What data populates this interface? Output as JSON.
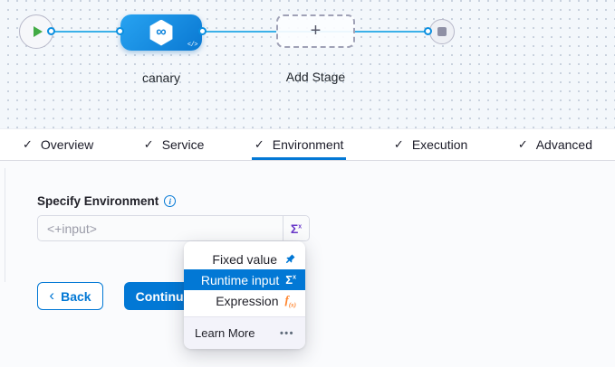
{
  "canvas": {
    "stage_name": "canary",
    "add_stage_label": "Add Stage",
    "plus": "+",
    "infinity_icon": "∞",
    "code_icon": "</>"
  },
  "tabs": [
    {
      "label": "Overview",
      "active": false
    },
    {
      "label": "Service",
      "active": false
    },
    {
      "label": "Environment",
      "active": true
    },
    {
      "label": "Execution",
      "active": false
    },
    {
      "label": "Advanced",
      "active": false
    }
  ],
  "icons": {
    "check": "✓",
    "info": "i",
    "sigma": "Σ",
    "sigma_sup": "x",
    "fx": "f",
    "fx_sub": "(x)",
    "chevron_left": "‹",
    "dots": "•••"
  },
  "form": {
    "label": "Specify Environment",
    "input_value": "",
    "input_placeholder": "<+input>"
  },
  "buttons": {
    "back": "Back",
    "continue": "Continue"
  },
  "dropdown": {
    "items": [
      {
        "label": "Fixed value",
        "icon": "pin-icon",
        "selected": false
      },
      {
        "label": "Runtime input",
        "icon": "sigma-icon",
        "selected": true
      },
      {
        "label": "Expression",
        "icon": "fx-icon",
        "selected": false
      }
    ],
    "footer": {
      "learn_more": "Learn More",
      "dots": "•••"
    }
  },
  "colors": {
    "primary_blue": "#0278d5",
    "flow_line_blue": "#3ab0e8",
    "node_gradient_start": "#27a3f1",
    "node_gradient_end": "#0a78d2",
    "runtime_purple": "#6938c9",
    "expression_orange": "#ff832b",
    "play_green": "#42ab45",
    "canvas_bg": "#f3f7fb",
    "footer_bg": "#f3f3fa"
  }
}
